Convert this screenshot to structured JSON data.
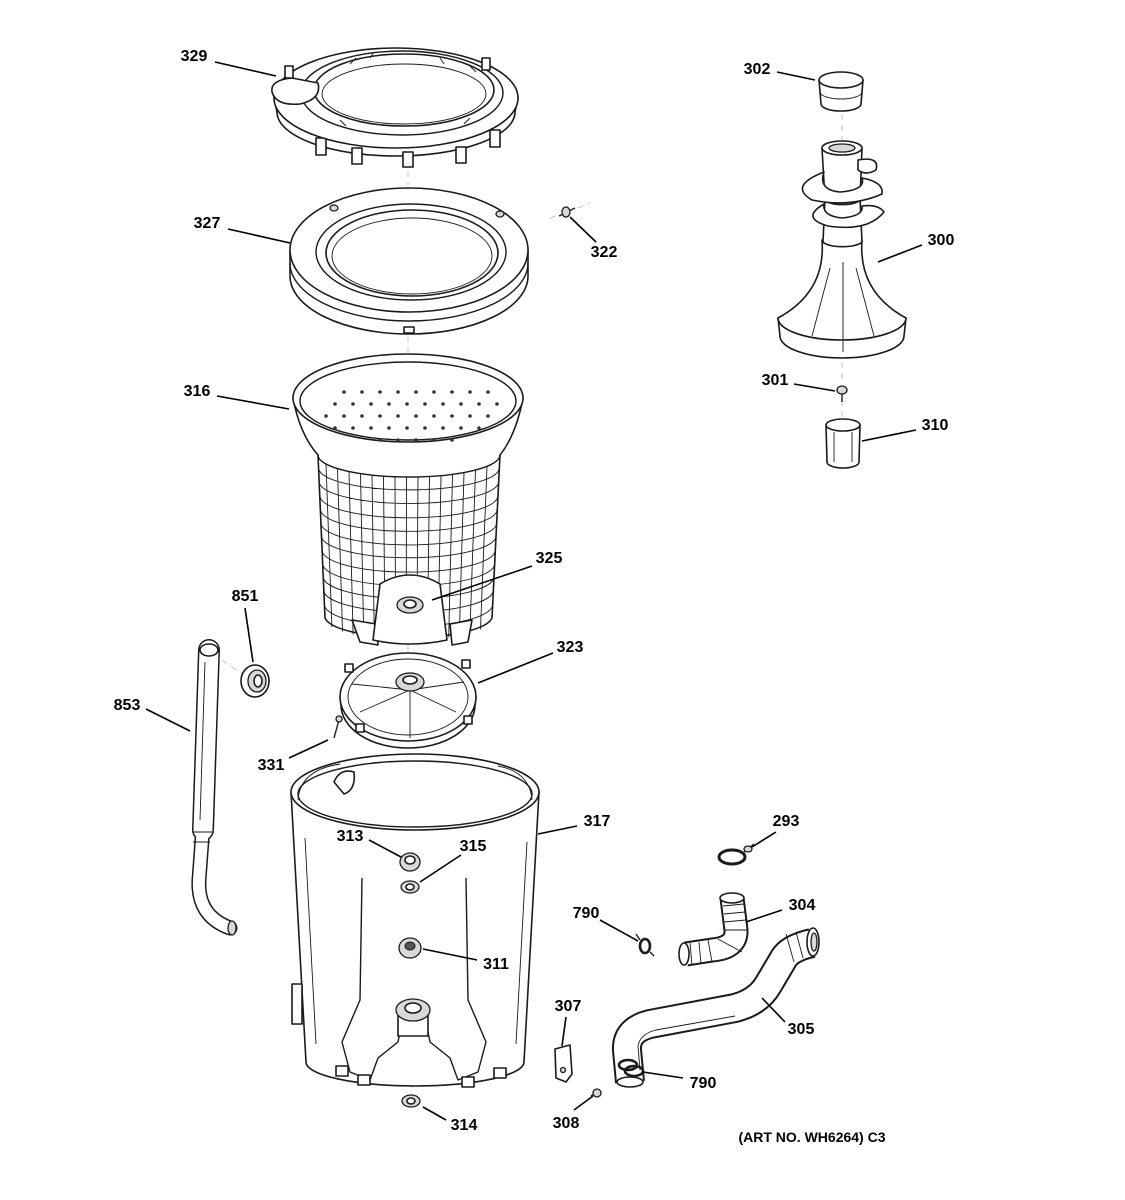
{
  "callouts": [
    "329",
    "302",
    "327",
    "322",
    "300",
    "316",
    "301",
    "310",
    "325",
    "851",
    "323",
    "853",
    "331",
    "317",
    "293",
    "313",
    "315",
    "304",
    "790",
    "311",
    "307",
    "305",
    "790",
    "314",
    "308"
  ],
  "art_number": "(ART NO. WH6264) C3",
  "colors": {
    "line": "#1a1a1a",
    "background": "#ffffff"
  }
}
